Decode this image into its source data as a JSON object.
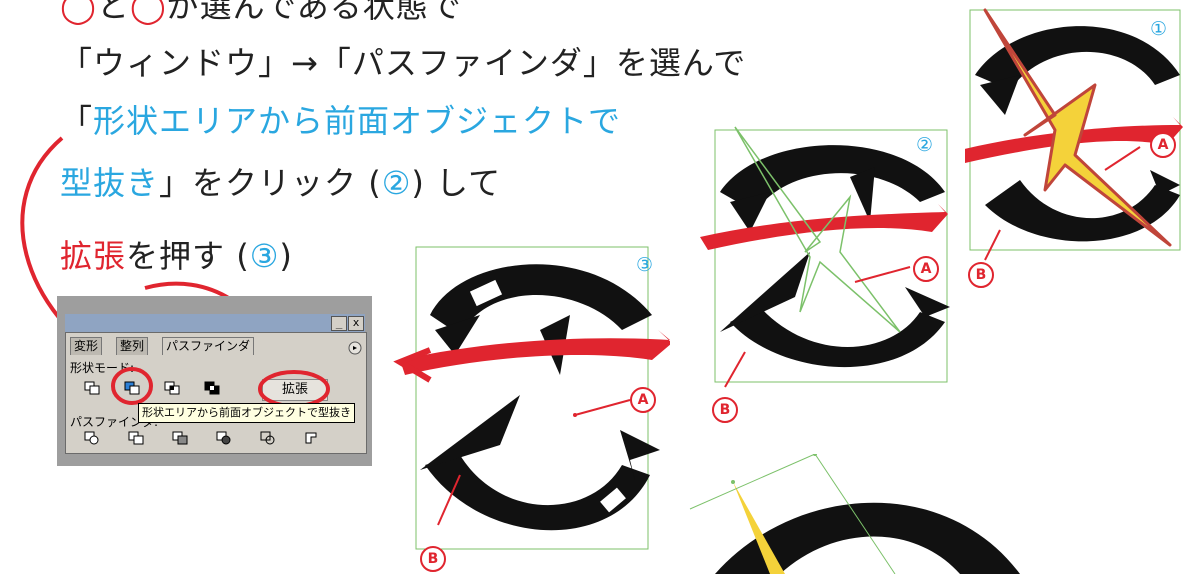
{
  "instructions": {
    "line1_rest": "と",
    "line1_tail": "が選んである状態で",
    "line2": "「ウィンドウ」→「パスファインダ」を選んで",
    "line3_open": "「",
    "line3_cyan": "形状エリアから前面オブジェクトで",
    "line4_cyan": "型抜き",
    "line4_rest": "」をクリック (",
    "line4_num": "②",
    "line4_tail": ") して",
    "line5_red": "拡張",
    "line5_rest": "を押す (",
    "line5_num": "③",
    "line5_tail": ")"
  },
  "badges": {
    "step1": "①",
    "step2": "②",
    "step3": "③",
    "label_a": "A",
    "label_b": "B"
  },
  "panel": {
    "tabs": [
      "変形",
      "整列",
      "パスファインダ"
    ],
    "shape_mode_label": "形状モード:",
    "pathfinder_label": "パスファインダ:",
    "expand_label": "拡張",
    "tooltip": "形状エリアから前面オブジェクトで型抜き",
    "close_glyph": "x",
    "minimize_glyph": "_"
  },
  "colors": {
    "accent_cyan": "#2aa7e0",
    "accent_red": "#e0252f",
    "bolt_yellow": "#f4d23a",
    "selection_green": "#7cc16a"
  }
}
